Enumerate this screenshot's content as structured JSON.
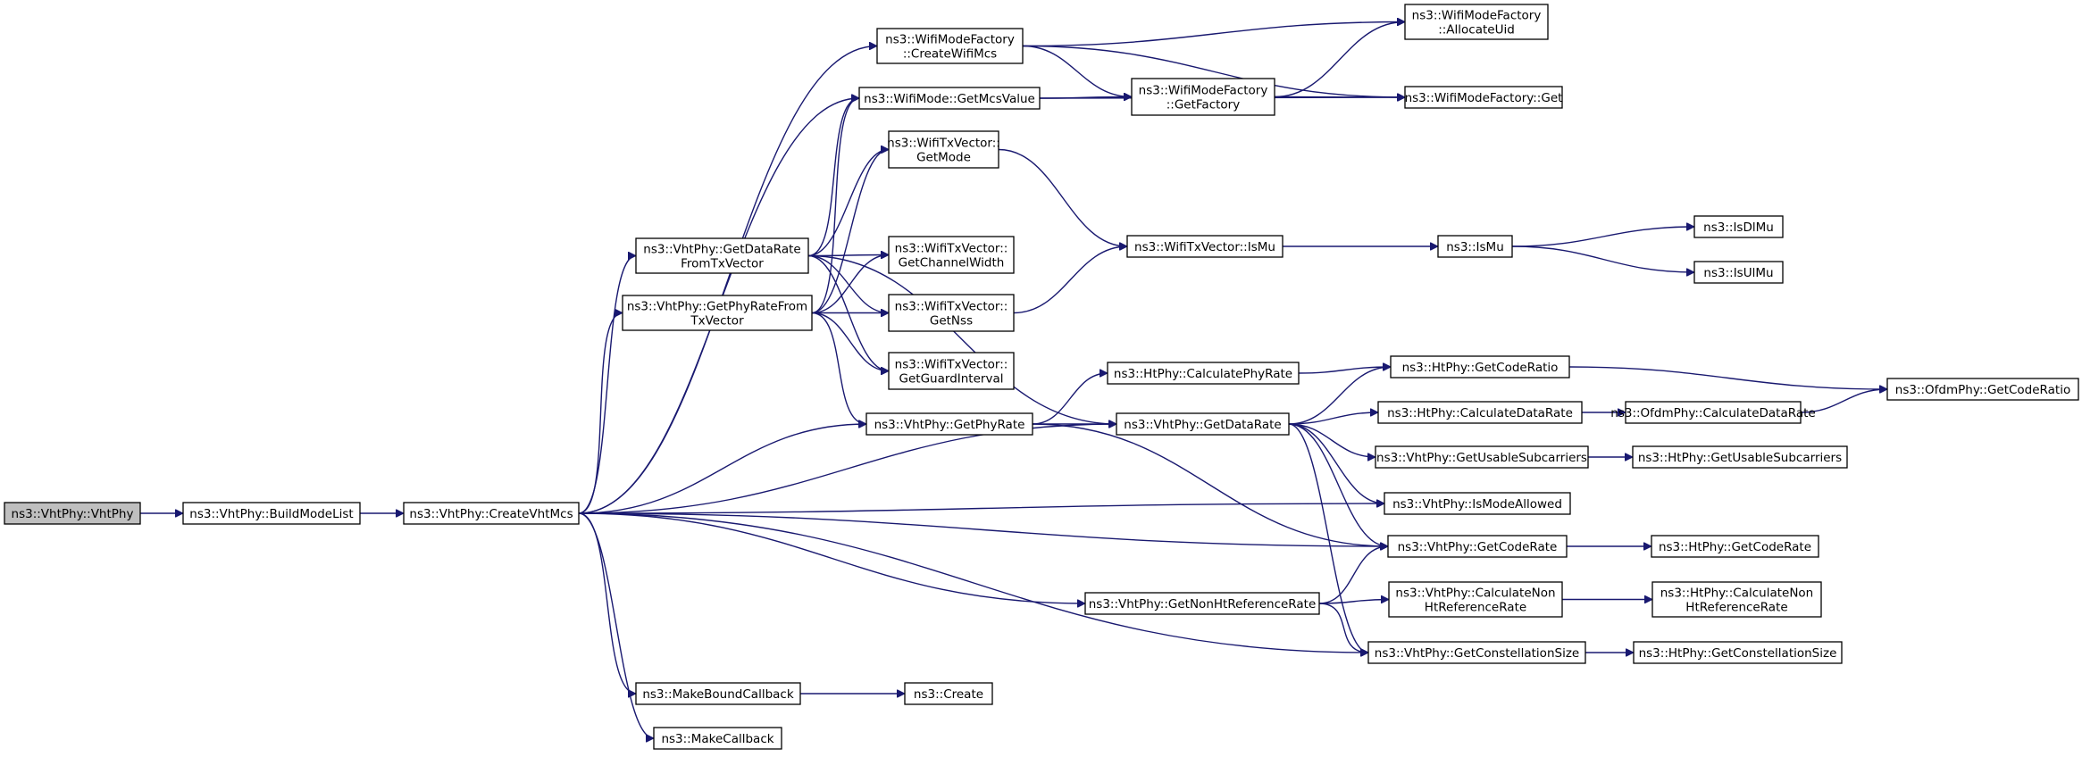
{
  "colors": {
    "edge": "#191970",
    "root_fill": "#bfbfbf",
    "node_fill": "#ffffff",
    "node_border": "#000000"
  },
  "nodes": [
    {
      "id": "n0",
      "lines": [
        "ns3::VhtPhy::VhtPhy"
      ],
      "root": true
    },
    {
      "id": "n1",
      "lines": [
        "ns3::VhtPhy::BuildModeList"
      ]
    },
    {
      "id": "n2",
      "lines": [
        "ns3::VhtPhy::CreateVhtMcs"
      ]
    },
    {
      "id": "n3",
      "lines": [
        "ns3::WifiModeFactory",
        "::CreateWifiMcs"
      ]
    },
    {
      "id": "n4",
      "lines": [
        "ns3::WifiModeFactory",
        "::AllocateUid"
      ]
    },
    {
      "id": "n5",
      "lines": [
        "ns3::WifiModeFactory",
        "::GetFactory"
      ]
    },
    {
      "id": "n6",
      "lines": [
        "ns3::WifiModeFactory::Get"
      ]
    },
    {
      "id": "n7",
      "lines": [
        "ns3::WifiMode::GetMcsValue"
      ]
    },
    {
      "id": "n8",
      "lines": [
        "ns3::WifiTxVector::",
        "GetMode"
      ]
    },
    {
      "id": "n9",
      "lines": [
        "ns3::VhtPhy::GetDataRate",
        "FromTxVector"
      ]
    },
    {
      "id": "n10",
      "lines": [
        "ns3::WifiTxVector::",
        "GetChannelWidth"
      ]
    },
    {
      "id": "n11",
      "lines": [
        "ns3::VhtPhy::GetPhyRateFrom",
        "TxVector"
      ]
    },
    {
      "id": "n12",
      "lines": [
        "ns3::WifiTxVector::",
        "GetNss"
      ]
    },
    {
      "id": "n13",
      "lines": [
        "ns3::WifiTxVector::",
        "GetGuardInterval"
      ]
    },
    {
      "id": "n14",
      "lines": [
        "ns3::WifiTxVector::IsMu"
      ]
    },
    {
      "id": "n15",
      "lines": [
        "ns3::IsMu"
      ]
    },
    {
      "id": "n16",
      "lines": [
        "ns3::IsDlMu"
      ]
    },
    {
      "id": "n17",
      "lines": [
        "ns3::IsUlMu"
      ]
    },
    {
      "id": "n18",
      "lines": [
        "ns3::HtPhy::CalculatePhyRate"
      ]
    },
    {
      "id": "n19",
      "lines": [
        "ns3::HtPhy::GetCodeRatio"
      ]
    },
    {
      "id": "n20",
      "lines": [
        "ns3::OfdmPhy::GetCodeRatio"
      ]
    },
    {
      "id": "n21",
      "lines": [
        "ns3::VhtPhy::GetPhyRate"
      ]
    },
    {
      "id": "n22",
      "lines": [
        "ns3::VhtPhy::GetDataRate"
      ]
    },
    {
      "id": "n23",
      "lines": [
        "ns3::HtPhy::CalculateDataRate"
      ]
    },
    {
      "id": "n24",
      "lines": [
        "ns3::OfdmPhy::CalculateDataRate"
      ]
    },
    {
      "id": "n25",
      "lines": [
        "ns3::VhtPhy::GetUsableSubcarriers"
      ]
    },
    {
      "id": "n26",
      "lines": [
        "ns3::HtPhy::GetUsableSubcarriers"
      ]
    },
    {
      "id": "n27",
      "lines": [
        "ns3::VhtPhy::IsModeAllowed"
      ]
    },
    {
      "id": "n28",
      "lines": [
        "ns3::VhtPhy::GetCodeRate"
      ]
    },
    {
      "id": "n29",
      "lines": [
        "ns3::HtPhy::GetCodeRate"
      ]
    },
    {
      "id": "n30",
      "lines": [
        "ns3::VhtPhy::GetNonHtReferenceRate"
      ]
    },
    {
      "id": "n31",
      "lines": [
        "ns3::VhtPhy::CalculateNon",
        "HtReferenceRate"
      ]
    },
    {
      "id": "n32",
      "lines": [
        "ns3::HtPhy::CalculateNon",
        "HtReferenceRate"
      ]
    },
    {
      "id": "n33",
      "lines": [
        "ns3::VhtPhy::GetConstellationSize"
      ]
    },
    {
      "id": "n34",
      "lines": [
        "ns3::HtPhy::GetConstellationSize"
      ]
    },
    {
      "id": "n35",
      "lines": [
        "ns3::MakeBoundCallback"
      ]
    },
    {
      "id": "n36",
      "lines": [
        "ns3::Create"
      ]
    },
    {
      "id": "n37",
      "lines": [
        "ns3::MakeCallback"
      ]
    }
  ],
  "edges": [
    {
      "from": "n0",
      "to": "n1"
    },
    {
      "from": "n1",
      "to": "n2"
    },
    {
      "from": "n2",
      "to": "n3"
    },
    {
      "from": "n2",
      "to": "n7"
    },
    {
      "from": "n2",
      "to": "n9"
    },
    {
      "from": "n2",
      "to": "n11"
    },
    {
      "from": "n2",
      "to": "n21"
    },
    {
      "from": "n2",
      "to": "n22"
    },
    {
      "from": "n2",
      "to": "n27"
    },
    {
      "from": "n2",
      "to": "n28"
    },
    {
      "from": "n2",
      "to": "n30"
    },
    {
      "from": "n2",
      "to": "n33"
    },
    {
      "from": "n2",
      "to": "n35"
    },
    {
      "from": "n2",
      "to": "n37"
    },
    {
      "from": "n3",
      "to": "n4"
    },
    {
      "from": "n3",
      "to": "n5"
    },
    {
      "from": "n3",
      "to": "n6"
    },
    {
      "from": "n5",
      "to": "n4"
    },
    {
      "from": "n5",
      "to": "n6"
    },
    {
      "from": "n7",
      "to": "n5"
    },
    {
      "from": "n7",
      "to": "n6"
    },
    {
      "from": "n9",
      "to": "n7"
    },
    {
      "from": "n9",
      "to": "n8"
    },
    {
      "from": "n9",
      "to": "n10"
    },
    {
      "from": "n9",
      "to": "n12"
    },
    {
      "from": "n9",
      "to": "n13"
    },
    {
      "from": "n9",
      "to": "n22"
    },
    {
      "from": "n11",
      "to": "n7"
    },
    {
      "from": "n11",
      "to": "n8"
    },
    {
      "from": "n11",
      "to": "n10"
    },
    {
      "from": "n11",
      "to": "n12"
    },
    {
      "from": "n11",
      "to": "n13"
    },
    {
      "from": "n11",
      "to": "n21"
    },
    {
      "from": "n8",
      "to": "n14"
    },
    {
      "from": "n12",
      "to": "n14"
    },
    {
      "from": "n14",
      "to": "n15"
    },
    {
      "from": "n15",
      "to": "n16"
    },
    {
      "from": "n15",
      "to": "n17"
    },
    {
      "from": "n21",
      "to": "n18"
    },
    {
      "from": "n21",
      "to": "n22"
    },
    {
      "from": "n21",
      "to": "n28"
    },
    {
      "from": "n18",
      "to": "n19"
    },
    {
      "from": "n19",
      "to": "n20"
    },
    {
      "from": "n22",
      "to": "n19"
    },
    {
      "from": "n22",
      "to": "n23"
    },
    {
      "from": "n22",
      "to": "n25"
    },
    {
      "from": "n22",
      "to": "n27"
    },
    {
      "from": "n22",
      "to": "n28"
    },
    {
      "from": "n22",
      "to": "n33"
    },
    {
      "from": "n23",
      "to": "n24"
    },
    {
      "from": "n24",
      "to": "n20"
    },
    {
      "from": "n25",
      "to": "n26"
    },
    {
      "from": "n28",
      "to": "n29"
    },
    {
      "from": "n30",
      "to": "n28"
    },
    {
      "from": "n30",
      "to": "n31"
    },
    {
      "from": "n30",
      "to": "n33"
    },
    {
      "from": "n31",
      "to": "n32"
    },
    {
      "from": "n33",
      "to": "n34"
    },
    {
      "from": "n35",
      "to": "n36"
    }
  ]
}
